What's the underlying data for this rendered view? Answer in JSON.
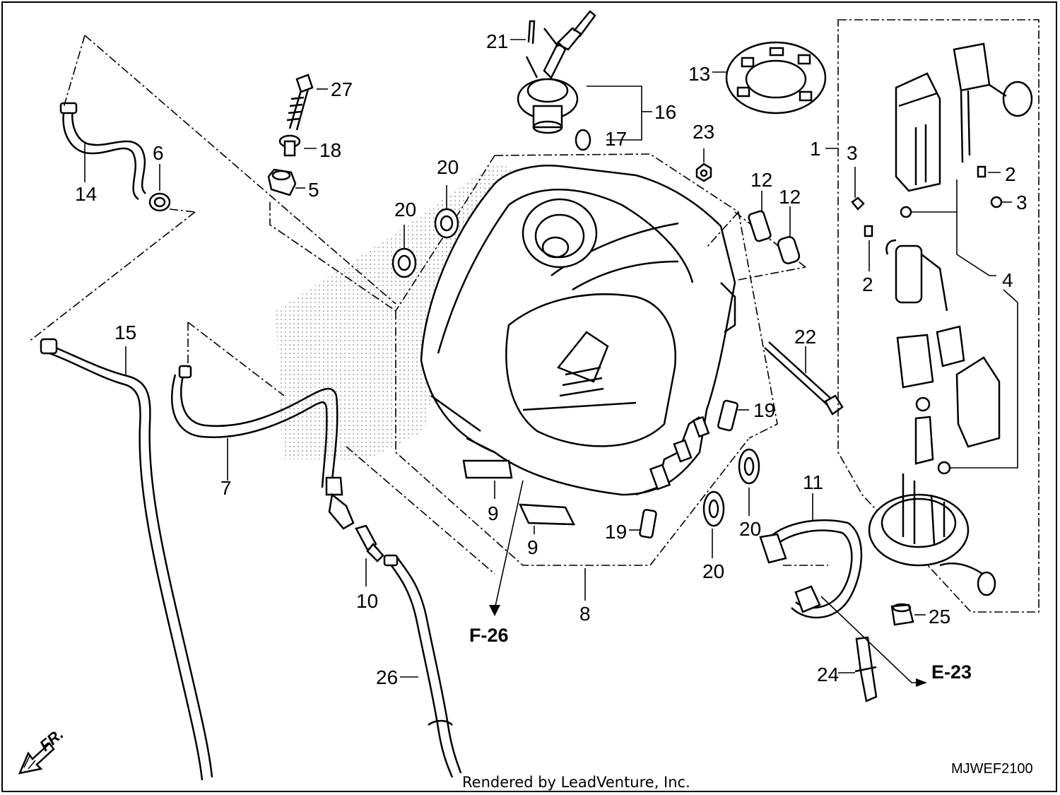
{
  "callouts": {
    "c1": "1",
    "c2a": "2",
    "c2b": "2",
    "c3a": "3",
    "c3b": "3",
    "c4": "4",
    "c5": "5",
    "c6": "6",
    "c7": "7",
    "c8": "8",
    "c9a": "9",
    "c9b": "9",
    "c10": "10",
    "c11": "11",
    "c12a": "12",
    "c12b": "12",
    "c13": "13",
    "c14": "14",
    "c15": "15",
    "c16": "16",
    "c17": "17",
    "c18": "18",
    "c19a": "19",
    "c19b": "19",
    "c20a": "20",
    "c20b": "20",
    "c20c": "20",
    "c20d": "20",
    "c21": "21",
    "c22": "22",
    "c23": "23",
    "c24": "24",
    "c25": "25",
    "c26": "26",
    "c27": "27"
  },
  "refs": {
    "f26": "F-26",
    "e23": "E-23"
  },
  "diagram_code": "MJWEF2100",
  "credit": "Rendered by LeadVenture, Inc.",
  "direction_label": "FR.",
  "colors": {
    "line": "#000000",
    "background": "#ffffff"
  }
}
